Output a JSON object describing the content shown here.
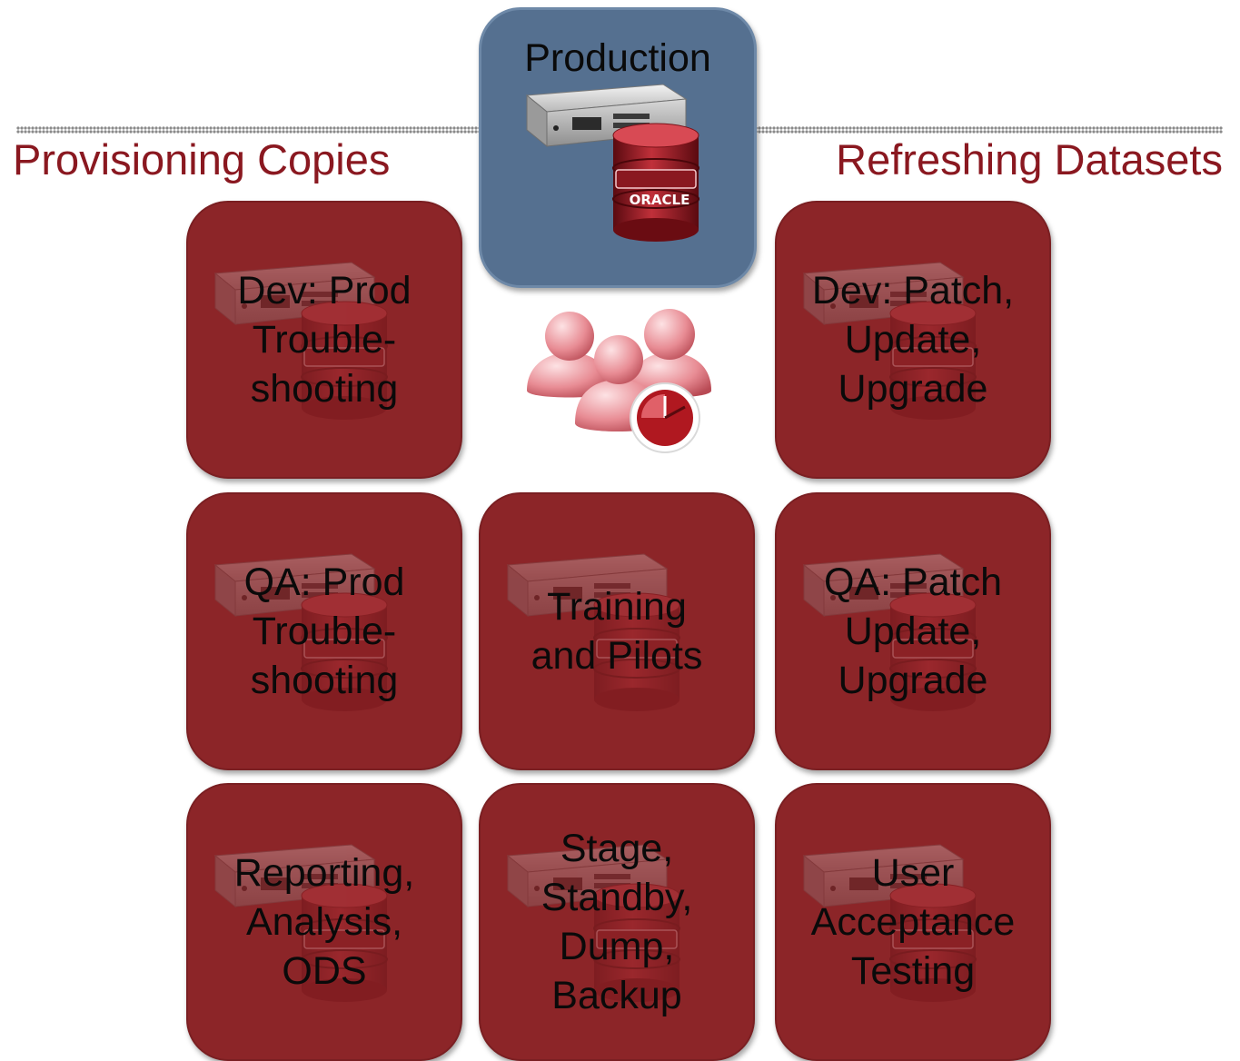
{
  "headings": {
    "left": "Provisioning Copies",
    "right": "Refreshing Datasets"
  },
  "production": {
    "title": "Production",
    "db_logo": "ORACLE"
  },
  "tiles": [
    {
      "id": "dev-prod",
      "lines": [
        "Dev: Prod",
        "Trouble-",
        "shooting"
      ]
    },
    {
      "id": "dev-patch",
      "lines": [
        "Dev: Patch,",
        "Update,",
        "Upgrade"
      ]
    },
    {
      "id": "qa-prod",
      "lines": [
        "QA: Prod",
        "Trouble-",
        "shooting"
      ]
    },
    {
      "id": "training",
      "lines": [
        "Training",
        "and Pilots"
      ]
    },
    {
      "id": "qa-patch",
      "lines": [
        "QA: Patch",
        "Update,",
        "Upgrade"
      ]
    },
    {
      "id": "reporting",
      "lines": [
        "Reporting,",
        "Analysis,",
        "ODS"
      ]
    },
    {
      "id": "stage",
      "lines": [
        "Stage,",
        "Standby,",
        "Dump,",
        "Backup"
      ]
    },
    {
      "id": "uat",
      "lines": [
        "User",
        "Acceptance",
        "Testing"
      ]
    }
  ],
  "colors": {
    "tile_red": "#8c2528",
    "production_blue": "#557090",
    "heading_red": "#8a1820"
  },
  "icons": {
    "server": "server-icon",
    "database": "oracle-database-icon",
    "people": "people-clock-icon"
  }
}
